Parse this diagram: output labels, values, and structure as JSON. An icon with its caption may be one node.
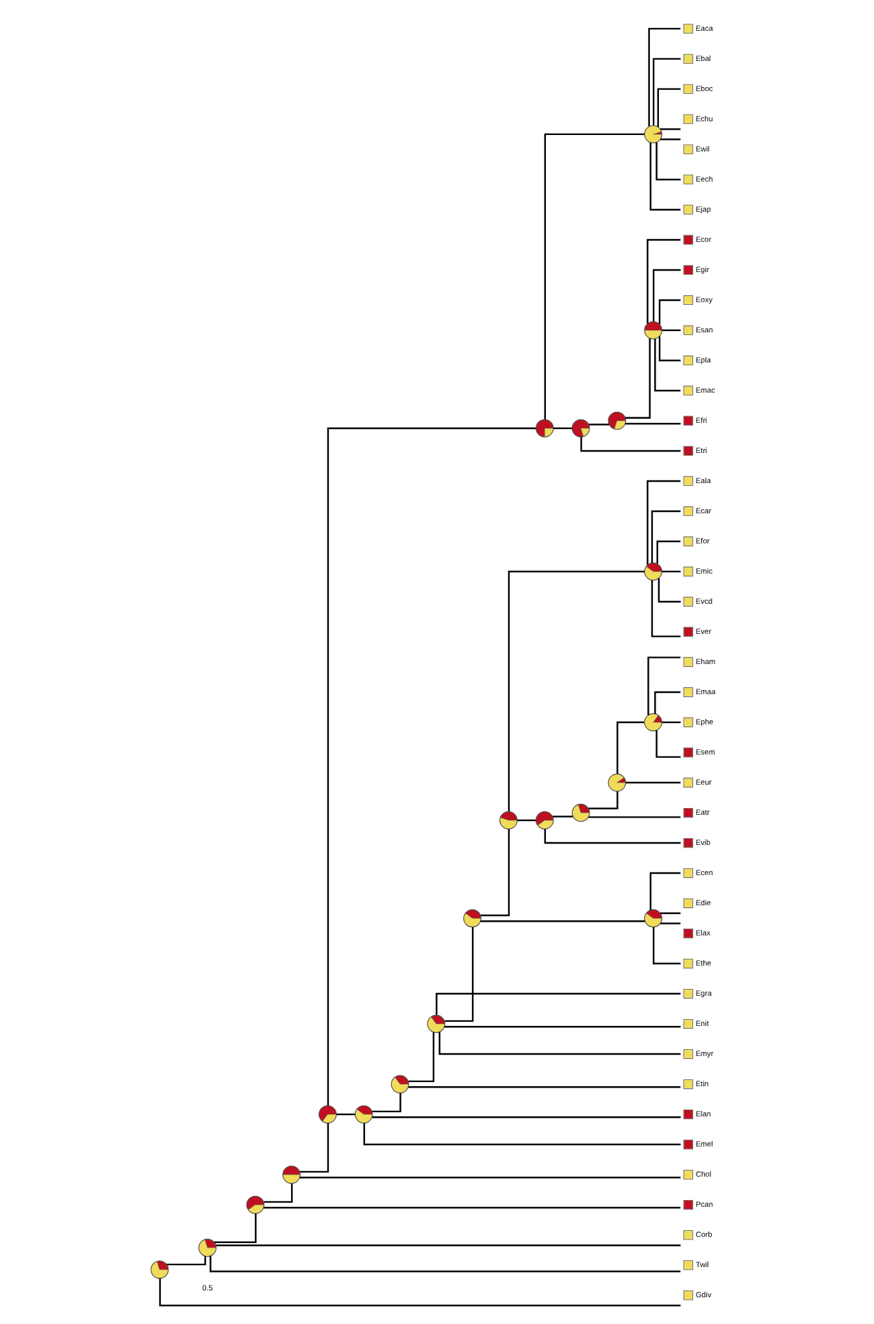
{
  "diagram": {
    "nodes": [
      {
        "text": [],
        "shape": "circle"
      },
      {
        "text": [],
        "shape": "circle"
      },
      {
        "text": [],
        "shape": "circle"
      },
      {
        "text": [],
        "shape": "circle"
      },
      {
        "text": [],
        "shape": "circle"
      },
      {
        "text": [],
        "shape": "circle"
      },
      {
        "text": [],
        "shape": "circle"
      },
      {
        "text": [],
        "shape": "circle"
      },
      {
        "text": [],
        "shape": "circle"
      },
      {
        "text": [],
        "shape": "circle"
      },
      {
        "text": [],
        "shape": "circle"
      },
      {
        "text": [],
        "shape": "circle"
      },
      {
        "text": [],
        "shape": "circle"
      },
      {
        "text": [],
        "shape": "circle"
      },
      {
        "text": [],
        "shape": "circle"
      },
      {
        "text": [],
        "shape": "circle"
      },
      {
        "text": [],
        "shape": "circle"
      },
      {
        "text": [],
        "shape": "circle"
      },
      {
        "text": [],
        "shape": "circle"
      },
      {
        "text": [],
        "shape": "circle"
      },
      {
        "text": [],
        "shape": "circle"
      },
      {
        "text": [],
        "shape": "box",
        "beside": [
          "Eaca"
        ]
      },
      {
        "text": [],
        "shape": "box",
        "beside": [
          "Ebal"
        ]
      },
      {
        "text": [],
        "shape": "box",
        "beside": [
          "Eboc"
        ]
      },
      {
        "text": [],
        "shape": "box",
        "beside": [
          "Echu"
        ]
      },
      {
        "text": [],
        "shape": "box",
        "beside": [
          "Ewil"
        ]
      },
      {
        "text": [],
        "shape": "box",
        "beside": [
          "Eech"
        ]
      },
      {
        "text": [],
        "shape": "box",
        "beside": [
          "Ejap"
        ]
      },
      {
        "text": [],
        "shape": "box",
        "beside": [
          "Ecor"
        ]
      },
      {
        "text": [],
        "shape": "box",
        "beside": [
          "Egir"
        ]
      },
      {
        "text": [],
        "shape": "box",
        "beside": [
          "Eoxy"
        ]
      },
      {
        "text": [],
        "shape": "box",
        "beside": [
          "Esan"
        ]
      },
      {
        "text": [],
        "shape": "box",
        "beside": [
          "Epla"
        ]
      },
      {
        "text": [],
        "shape": "box",
        "beside": [
          "Emac"
        ]
      },
      {
        "text": [],
        "shape": "box",
        "beside": [
          "Efri"
        ]
      },
      {
        "text": [],
        "shape": "box",
        "beside": [
          "Etri"
        ]
      },
      {
        "text": [],
        "shape": "box",
        "beside": [
          "Eala"
        ]
      },
      {
        "text": [],
        "shape": "box",
        "beside": [
          "Ecar"
        ]
      },
      {
        "text": [],
        "shape": "box",
        "beside": [
          "Efor"
        ]
      },
      {
        "text": [],
        "shape": "box",
        "beside": [
          "Emic"
        ]
      },
      {
        "text": [],
        "shape": "box",
        "beside": [
          "Evcd"
        ]
      },
      {
        "text": [],
        "shape": "box",
        "beside": [
          "Ever"
        ]
      },
      {
        "text": [],
        "shape": "box",
        "beside": [
          "Eeur"
        ]
      },
      {
        "text": [],
        "shape": "box",
        "beside": [
          "Eham"
        ]
      },
      {
        "text": [],
        "shape": "box",
        "beside": [
          "Emaa"
        ]
      },
      {
        "text": [],
        "shape": "box",
        "beside": [
          "Ephe"
        ]
      },
      {
        "text": [],
        "shape": "box",
        "beside": [
          "Esem"
        ]
      },
      {
        "text": [],
        "shape": "box",
        "beside": [
          "Eatr"
        ]
      },
      {
        "text": [],
        "shape": "box",
        "beside": [
          "Evib"
        ]
      },
      {
        "text": [],
        "shape": "box",
        "beside": [
          "Ecen"
        ]
      },
      {
        "text": [],
        "shape": "box",
        "beside": [
          "Edie"
        ]
      },
      {
        "text": [],
        "shape": "box",
        "beside": [
          "Elax"
        ]
      },
      {
        "text": [],
        "shape": "box",
        "beside": [
          "Ethe"
        ]
      },
      {
        "text": [],
        "shape": "box",
        "beside": [
          "Egra"
        ]
      },
      {
        "text": [],
        "shape": "box",
        "beside": [
          "Enit"
        ]
      },
      {
        "text": [],
        "shape": "box",
        "beside": [
          "Emyr"
        ]
      },
      {
        "text": [],
        "shape": "box",
        "beside": [
          "Etin"
        ]
      },
      {
        "text": [],
        "shape": "box",
        "beside": [
          "Elan"
        ]
      },
      {
        "text": [],
        "shape": "box",
        "beside": [
          "Emel"
        ]
      },
      {
        "text": [],
        "shape": "box",
        "beside": [
          "Chol"
        ]
      },
      {
        "text": [],
        "shape": "box",
        "beside": [
          "Pcan"
        ]
      },
      {
        "text": [],
        "shape": "box",
        "beside": [
          "Corb"
        ]
      },
      {
        "text": [],
        "shape": "box",
        "beside": [
          "Twil"
        ]
      },
      {
        "text": [],
        "shape": "box",
        "beside": [
          "Gdiv"
        ]
      }
    ],
    "edges": [
      {
        "from": 0,
        "to": 1,
        "arrow": "none"
      },
      {
        "from": 0,
        "to": 63,
        "arrow": "none"
      },
      {
        "from": 1,
        "to": 2,
        "arrow": "none"
      },
      {
        "from": 1,
        "to": 61,
        "arrow": "none"
      },
      {
        "from": 1,
        "to": 62,
        "arrow": "none"
      },
      {
        "from": 2,
        "to": 3,
        "arrow": "none"
      },
      {
        "from": 2,
        "to": 60,
        "arrow": "none"
      },
      {
        "from": 3,
        "to": 4,
        "arrow": "none"
      },
      {
        "from": 3,
        "to": 59,
        "arrow": "none"
      },
      {
        "from": 4,
        "to": 5,
        "arrow": "none"
      },
      {
        "from": 4,
        "to": 10,
        "arrow": "none"
      },
      {
        "from": 5,
        "to": 6,
        "arrow": "none"
      },
      {
        "from": 5,
        "to": 7,
        "arrow": "none"
      },
      {
        "from": 6,
        "to": 21,
        "arrow": "none"
      },
      {
        "from": 6,
        "to": 22,
        "arrow": "none"
      },
      {
        "from": 6,
        "to": 23,
        "arrow": "none"
      },
      {
        "from": 6,
        "to": 24,
        "arrow": "none"
      },
      {
        "from": 6,
        "to": 25,
        "arrow": "none"
      },
      {
        "from": 6,
        "to": 26,
        "arrow": "none"
      },
      {
        "from": 6,
        "to": 27,
        "arrow": "none"
      },
      {
        "from": 7,
        "to": 8,
        "arrow": "none"
      },
      {
        "from": 7,
        "to": 35,
        "arrow": "none"
      },
      {
        "from": 8,
        "to": 9,
        "arrow": "none"
      },
      {
        "from": 8,
        "to": 34,
        "arrow": "none"
      },
      {
        "from": 9,
        "to": 28,
        "arrow": "none"
      },
      {
        "from": 9,
        "to": 29,
        "arrow": "none"
      },
      {
        "from": 9,
        "to": 30,
        "arrow": "none"
      },
      {
        "from": 9,
        "to": 31,
        "arrow": "none"
      },
      {
        "from": 9,
        "to": 32,
        "arrow": "none"
      },
      {
        "from": 9,
        "to": 33,
        "arrow": "none"
      },
      {
        "from": 10,
        "to": 11,
        "arrow": "none"
      },
      {
        "from": 10,
        "to": 57,
        "arrow": "none"
      },
      {
        "from": 10,
        "to": 58,
        "arrow": "none"
      },
      {
        "from": 11,
        "to": 12,
        "arrow": "none"
      },
      {
        "from": 11,
        "to": 56,
        "arrow": "none"
      },
      {
        "from": 12,
        "to": 13,
        "arrow": "none"
      },
      {
        "from": 12,
        "to": 53,
        "arrow": "none"
      },
      {
        "from": 12,
        "to": 54,
        "arrow": "none"
      },
      {
        "from": 12,
        "to": 55,
        "arrow": "none"
      },
      {
        "from": 13,
        "to": 14,
        "arrow": "none"
      },
      {
        "from": 13,
        "to": 20,
        "arrow": "none"
      },
      {
        "from": 14,
        "to": 15,
        "arrow": "none"
      },
      {
        "from": 14,
        "to": 16,
        "arrow": "none"
      },
      {
        "from": 15,
        "to": 36,
        "arrow": "none"
      },
      {
        "from": 15,
        "to": 37,
        "arrow": "none"
      },
      {
        "from": 15,
        "to": 38,
        "arrow": "none"
      },
      {
        "from": 15,
        "to": 39,
        "arrow": "none"
      },
      {
        "from": 15,
        "to": 40,
        "arrow": "none"
      },
      {
        "from": 15,
        "to": 41,
        "arrow": "none"
      },
      {
        "from": 16,
        "to": 17,
        "arrow": "none"
      },
      {
        "from": 16,
        "to": 48,
        "arrow": "none"
      },
      {
        "from": 17,
        "to": 18,
        "arrow": "none"
      },
      {
        "from": 17,
        "to": 47,
        "arrow": "none"
      },
      {
        "from": 18,
        "to": 19,
        "arrow": "none"
      },
      {
        "from": 18,
        "to": 42,
        "arrow": "none"
      },
      {
        "from": 19,
        "to": 43,
        "arrow": "none"
      },
      {
        "from": 19,
        "to": 44,
        "arrow": "none"
      },
      {
        "from": 19,
        "to": 45,
        "arrow": "none"
      },
      {
        "from": 19,
        "to": 46,
        "arrow": "none"
      },
      {
        "from": 20,
        "to": 49,
        "arrow": "none"
      },
      {
        "from": 20,
        "to": 50,
        "arrow": "none"
      },
      {
        "from": 20,
        "to": 51,
        "arrow": "none"
      },
      {
        "from": 20,
        "to": 52,
        "arrow": "none"
      }
    ],
    "labels": [
      "0.5"
    ]
  }
}
